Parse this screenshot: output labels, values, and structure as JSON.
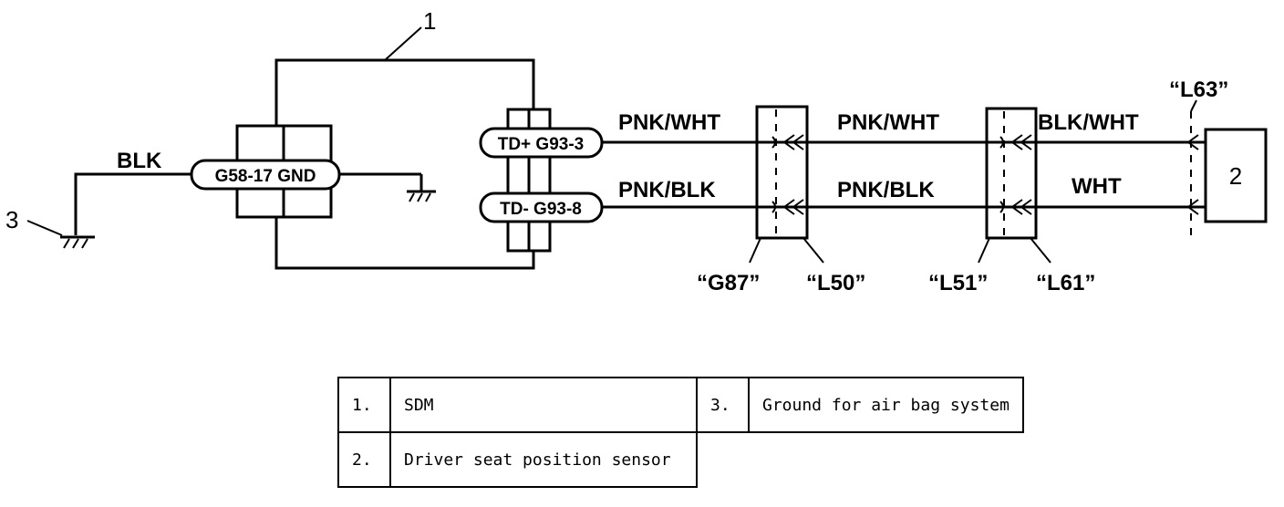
{
  "callouts": {
    "c1": "1",
    "c2": "2",
    "c3": "3"
  },
  "wires": {
    "ground_wire": "BLK",
    "td_plus_seg1": "PNK/WHT",
    "td_plus_seg2": "PNK/WHT",
    "td_plus_seg3": "BLK/WHT",
    "td_minus_seg1": "PNK/BLK",
    "td_minus_seg2": "PNK/BLK",
    "td_minus_seg3": "WHT"
  },
  "pins": {
    "gnd": "G58-17  GND",
    "td_plus": "TD+  G93-3",
    "td_minus": "TD-  G93-8"
  },
  "connectors": {
    "g87": "“G87”",
    "l50": "“L50”",
    "l51": "“L51”",
    "l61": "“L61”",
    "l63": "“L63”"
  },
  "legend": [
    {
      "num": "1.",
      "desc": "SDM"
    },
    {
      "num": "3.",
      "desc": "Ground for air bag system"
    },
    {
      "num": "2.",
      "desc": "Driver seat position sensor"
    }
  ]
}
